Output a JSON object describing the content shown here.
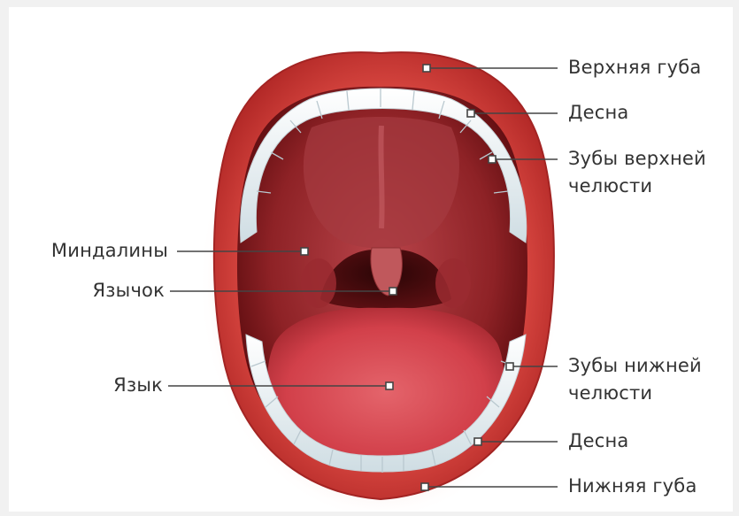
{
  "labels": {
    "upper_lip": "Верхняя губа",
    "gum_upper": "Десна",
    "upper_teeth_line1": "Зубы верхней",
    "upper_teeth_line2": "челюсти",
    "tonsils": "Миндалины",
    "uvula": "Язычок",
    "tongue": "Язык",
    "lower_teeth_line1": "Зубы нижней",
    "lower_teeth_line2": "челюсти",
    "gum_lower": "Десна",
    "lower_lip": "Нижняя губа"
  },
  "colors": {
    "lip": "#c0322f",
    "glow": "#f39a8a",
    "mouth_dark": "#7a1214",
    "palate": "#a6343a",
    "tongue": "#d9474f",
    "teeth": "#f4f8fa",
    "leader": "#444444"
  }
}
